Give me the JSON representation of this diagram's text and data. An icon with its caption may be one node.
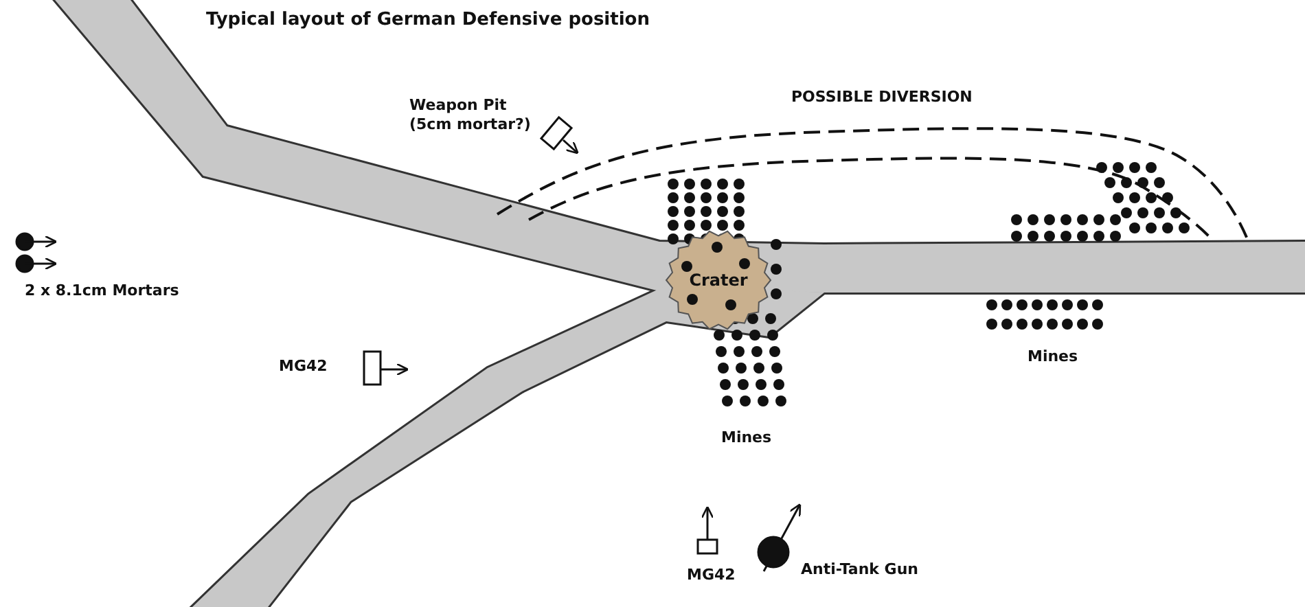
{
  "diagram": {
    "title": "Typical layout of German Defensive position",
    "nodes": [
      {
        "text": [
          "Crater"
        ]
      }
    ],
    "labels": [
      "Weapon Pit (5cm mortar?)",
      "POSSIBLE DIVERSION",
      "2 x 8.1cm Mortars",
      "MG42",
      "Mines",
      "Mines",
      "MG42",
      "Anti-Tank Gun"
    ]
  }
}
